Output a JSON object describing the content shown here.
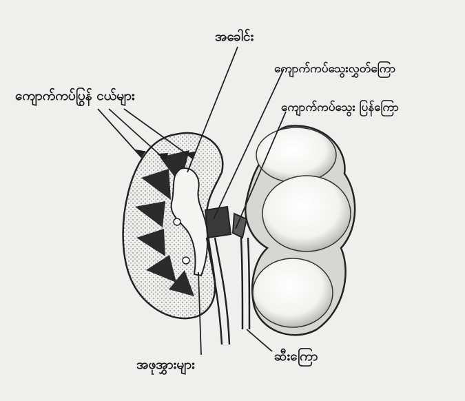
{
  "labels": {
    "head": "အခေါင်း",
    "renal_vein": "ကျောက်ကပ်သွေးလွှတ်ကြော",
    "pyramids": "ကျောက်ကပ်ပြွန် ငယ်များ",
    "renal_artery": "ကျောက်ကပ်သွေး ပြန်ကြော",
    "calyces": "အဖုအွှားများ",
    "ureter": "ဆီးကြော"
  }
}
